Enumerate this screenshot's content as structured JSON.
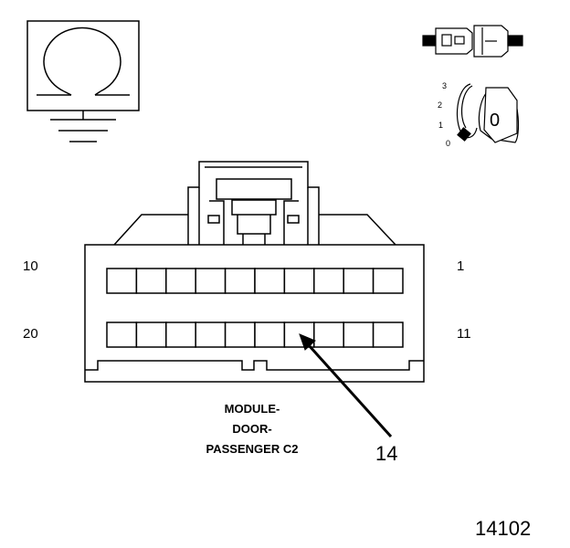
{
  "connector": {
    "caption_lines": [
      "MODULE-",
      "DOOR-",
      "PASSENGER C2"
    ],
    "pin_labels": {
      "top_left": "10",
      "top_right": "1",
      "bottom_left": "20",
      "bottom_right": "11"
    },
    "cavities_per_row": 10,
    "rows": 2
  },
  "callout": {
    "label": "14"
  },
  "figure_number": "14102",
  "key_switch": {
    "positions": [
      "3",
      "2",
      "1",
      "0"
    ],
    "key_mark": "0"
  },
  "icons": {
    "ground_symbol": "ground-omega-icon",
    "connector_plug": "connector-plug-icon",
    "ignition_key": "ignition-key-icon"
  },
  "colors": {
    "ink": "#000000",
    "paper": "#ffffff"
  }
}
